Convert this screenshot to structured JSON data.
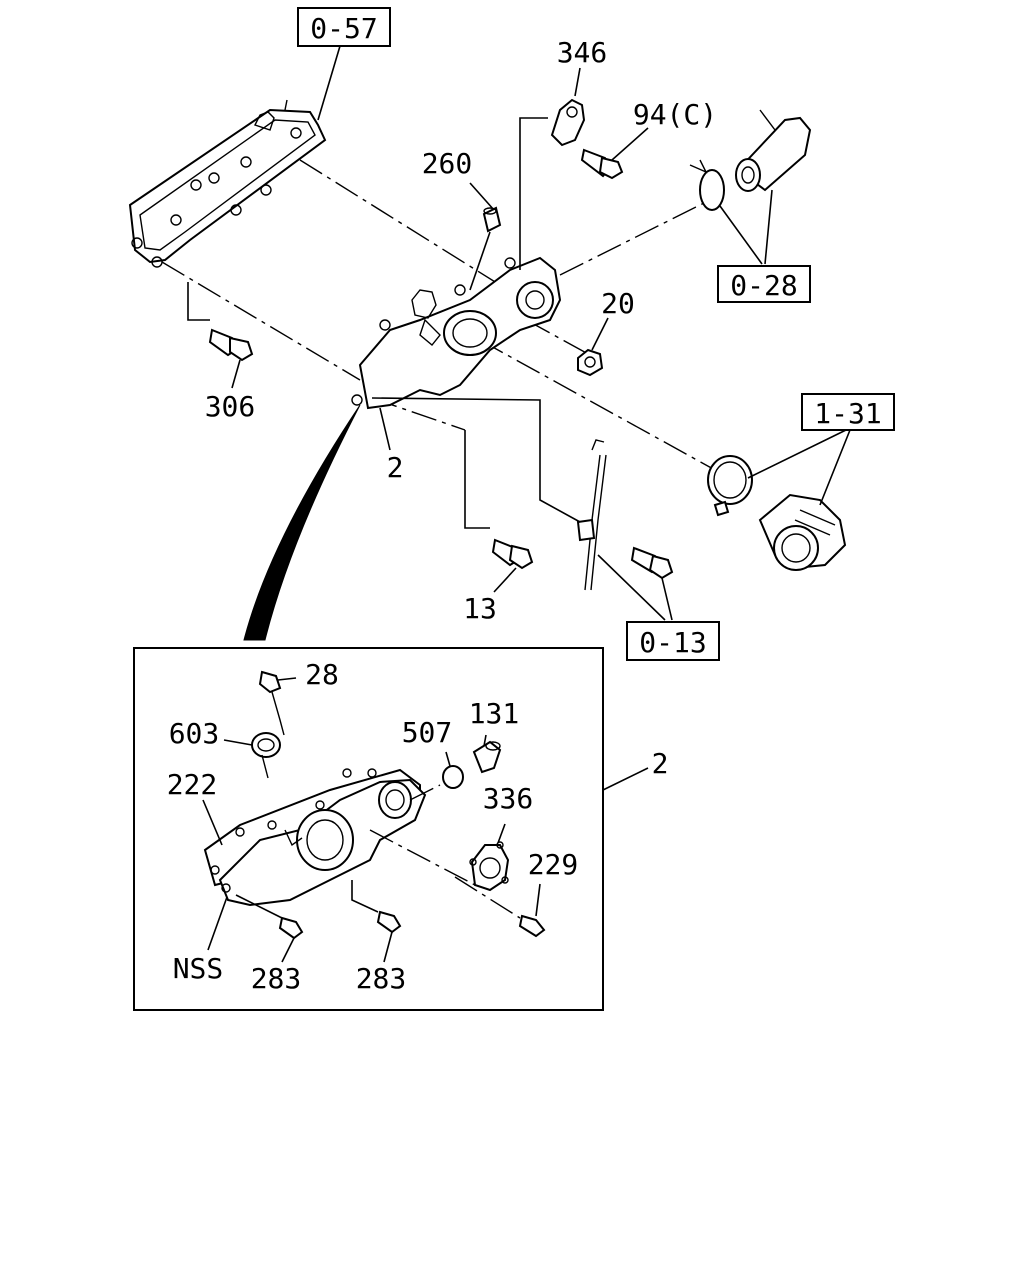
{
  "labels": {
    "l346": "346",
    "l94c": "94(C)",
    "l260": "260",
    "l20": "20",
    "l306": "306",
    "l2a": "2",
    "l13": "13",
    "l28": "28",
    "l603": "603",
    "l507": "507",
    "l131": "131",
    "l2b": "2",
    "l222": "222",
    "l336": "336",
    "l229": "229",
    "lnss": "NSS",
    "l283a": "283",
    "l283b": "283"
  },
  "refs": {
    "r057": "0-57",
    "r028": "0-28",
    "r131": "1-31",
    "r013": "0-13"
  }
}
